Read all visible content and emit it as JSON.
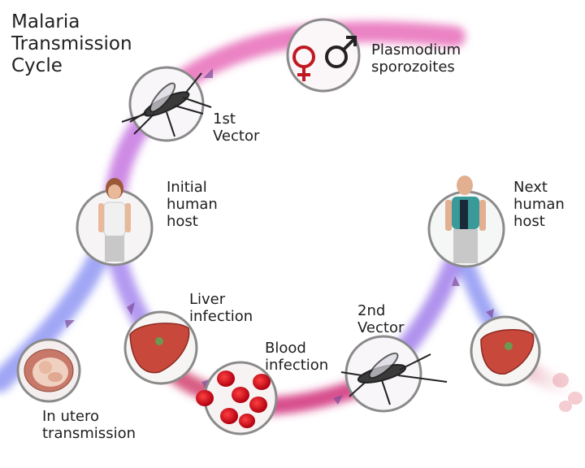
{
  "title": "Malaria\nTransmission\nCycle",
  "nodes": {
    "sporozoites": {
      "label": "Plasmodium\nsporozoites",
      "icon": "gender-symbols-icon"
    },
    "first_vector": {
      "label": "1st\nVector",
      "icon": "mosquito-icon"
    },
    "initial_host": {
      "label": "Initial\nhuman\nhost",
      "icon": "woman-figure-icon"
    },
    "liver_infection": {
      "label": "Liver\ninfection",
      "icon": "liver-icon"
    },
    "blood_infection": {
      "label": "Blood\ninfection",
      "icon": "red-blood-cells-icon"
    },
    "second_vector": {
      "label": "2nd\nVector",
      "icon": "mosquito-icon"
    },
    "next_host": {
      "label": "Next\nhuman\nhost",
      "icon": "man-figure-icon"
    },
    "in_utero": {
      "label": "In utero\ntransmission",
      "icon": "fetus-womb-icon"
    },
    "next_liver": {
      "label": "",
      "icon": "liver-icon"
    }
  },
  "colors": {
    "pink_path": "#e070b8",
    "purple_path": "#b070e0",
    "blue_path": "#8088f0",
    "red_path": "#d0305a",
    "circle_border": "#8a8a8a",
    "liver": "#c8483c",
    "blood_cell": "#d01818",
    "female_symbol": "#c01820"
  }
}
